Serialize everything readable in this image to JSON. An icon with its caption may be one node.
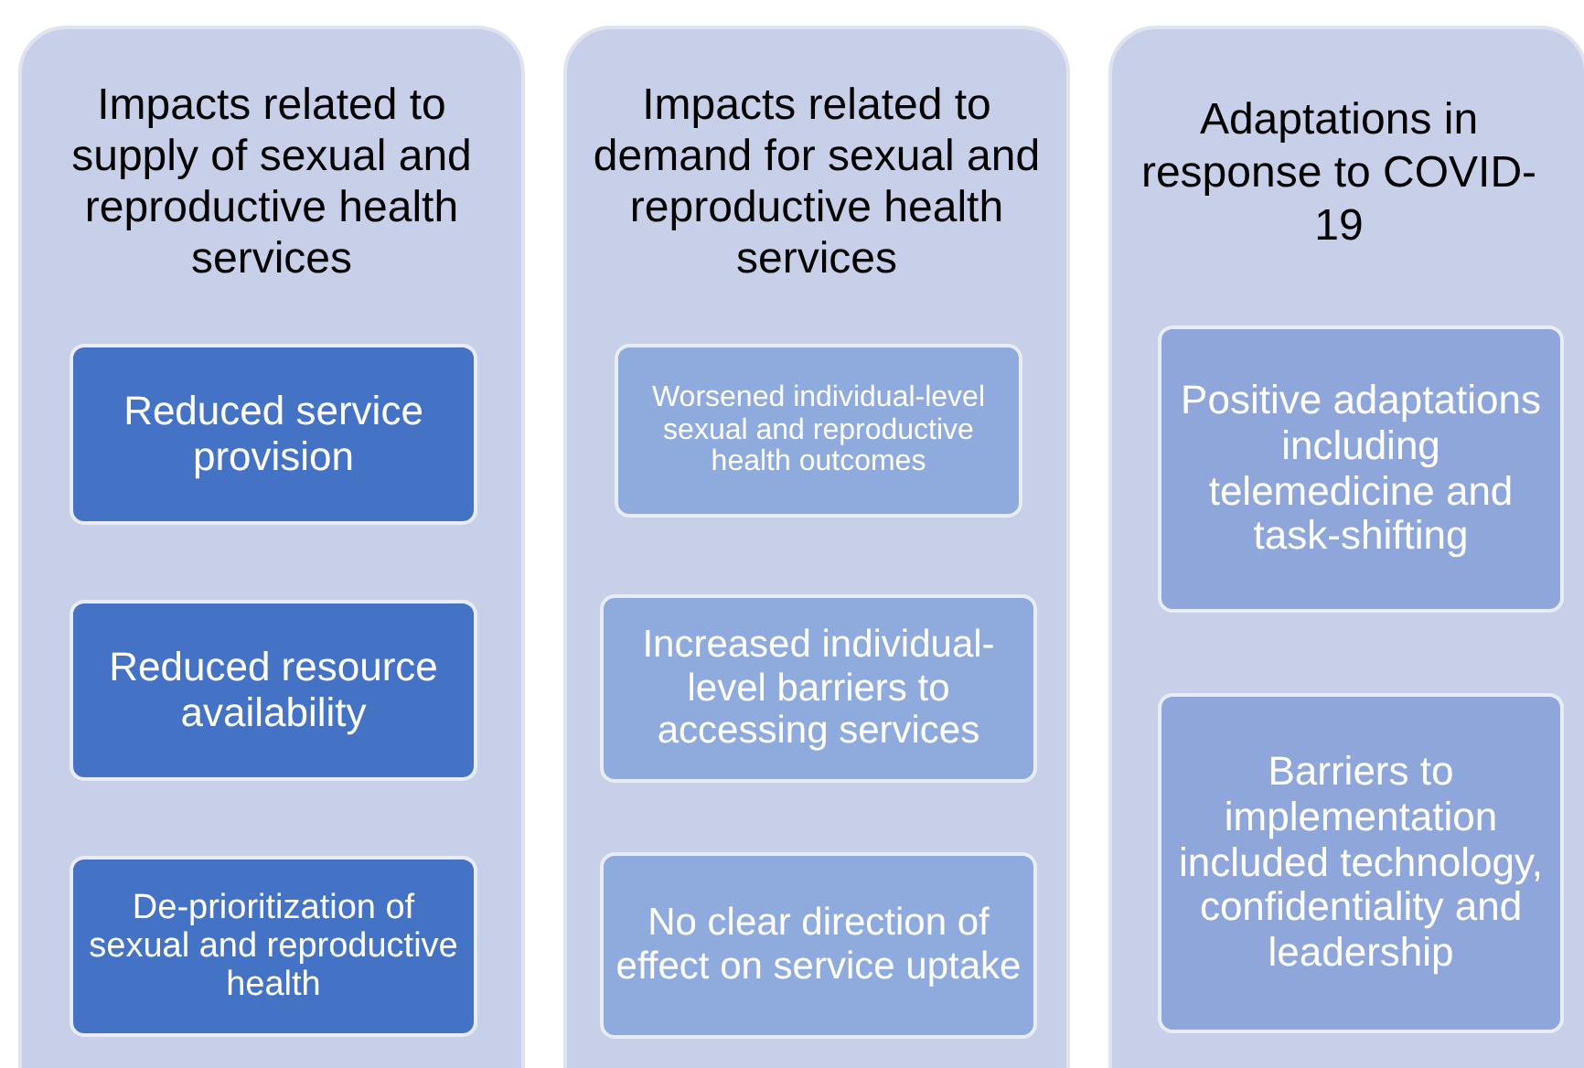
{
  "diagram": {
    "nodes": [
      {
        "text": [
          "Impacts related to supply of sexual and reproductive health services"
        ]
      },
      {
        "text": [
          "Reduced service provision"
        ],
        "in": 0
      },
      {
        "text": [
          "Reduced resource availability"
        ],
        "in": 0
      },
      {
        "text": [
          "De-prioritization of sexual and reproductive health"
        ],
        "in": 0
      },
      {
        "text": [
          "Impacts related to demand for sexual and reproductive health services"
        ]
      },
      {
        "text": [
          "Worsened individual-level sexual and reproductive health outcomes"
        ],
        "in": 4
      },
      {
        "text": [
          "Increased individual-level barriers to accessing services"
        ],
        "in": 4
      },
      {
        "text": [
          "No clear direction of effect on service uptake"
        ],
        "in": 4
      },
      {
        "text": [
          "Adaptations in response to COVID-19"
        ]
      },
      {
        "text": [
          "Positive adaptations including telemedicine and task-shifting"
        ],
        "in": 8
      },
      {
        "text": [
          "Barriers to implementation included technology, confidentiality and leadership"
        ],
        "in": 8
      }
    ]
  }
}
